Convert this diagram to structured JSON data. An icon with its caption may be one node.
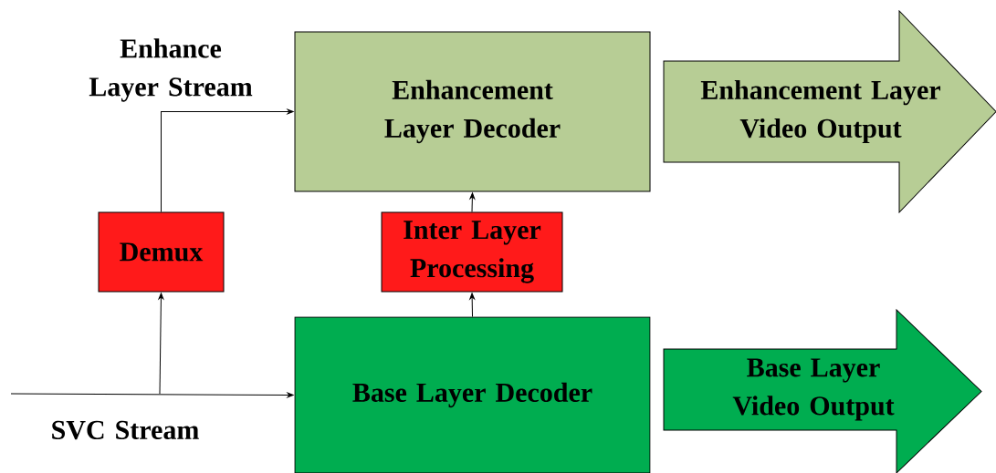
{
  "diagram": {
    "nodes": [
      {
        "text": [
          "Demux"
        ]
      },
      {
        "text": [
          "Enhancement Layer Decoder"
        ]
      },
      {
        "text": [
          "Inter Layer Processing"
        ]
      },
      {
        "text": [
          "Base Layer Decoder"
        ]
      },
      {
        "text": [
          "Enhancement Layer Video Output"
        ]
      },
      {
        "text": [
          "Base Layer Video Output"
        ]
      }
    ],
    "edges": [
      {
        "from": null,
        "to": 0,
        "arrow": "to"
      },
      {
        "from": null,
        "to": 3,
        "arrow": "to",
        "label": "SVC Stream"
      },
      {
        "from": 0,
        "to": 1,
        "arrow": "to",
        "label": "Enhance Layer Stream"
      },
      {
        "from": 2,
        "to": 1,
        "arrow": "to"
      },
      {
        "from": 3,
        "to": 2,
        "arrow": "to"
      }
    ]
  }
}
